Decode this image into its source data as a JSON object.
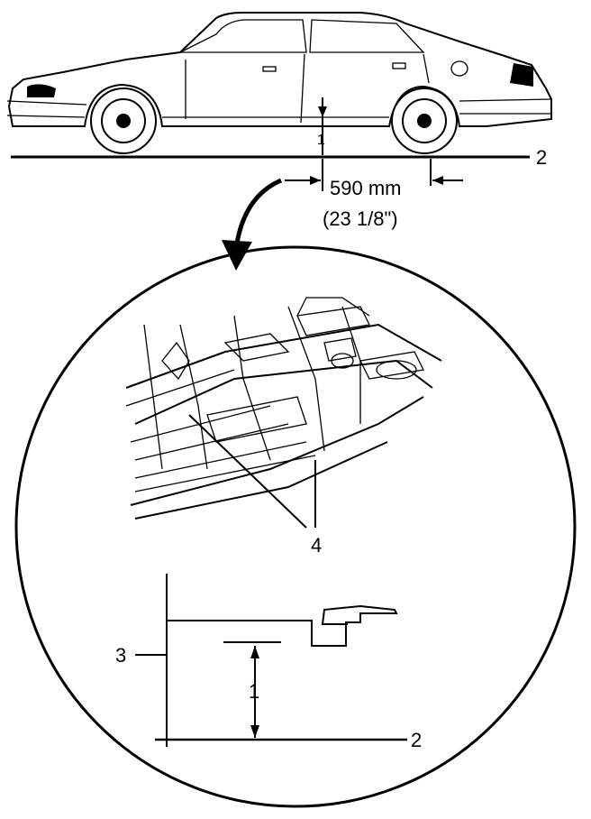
{
  "callouts": {
    "height_ref": "1",
    "ground_line": "2",
    "datum_line": "3",
    "lift_points": "4"
  },
  "dimension": {
    "metric": "590 mm",
    "imperial": "(23 1/8\")"
  }
}
